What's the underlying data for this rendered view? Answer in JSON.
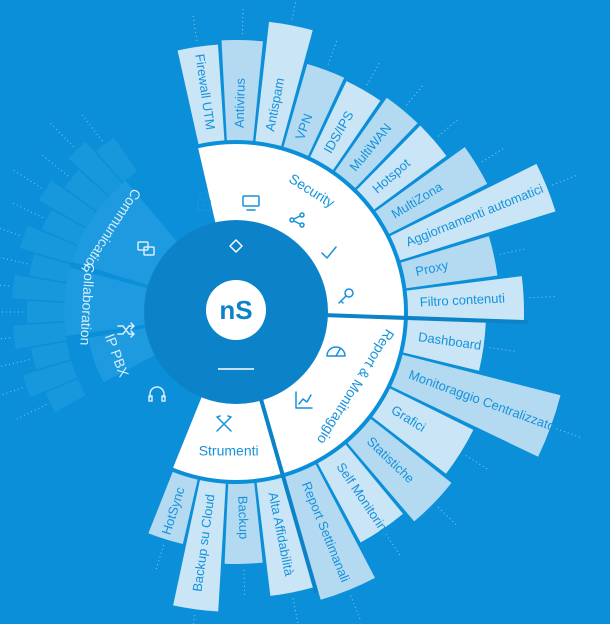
{
  "center": {
    "logo_text": "nS",
    "logo_icon": "nethserver-logo-icon"
  },
  "colors": {
    "background": "#0b8fd8",
    "hub": "#0c83c9",
    "inner_ring": "#ffffff",
    "primary_text": "#1692dc",
    "leaf_light": "#c9e5f6",
    "leaf_alt": "#b4daf2",
    "left_group_ring": "#1d9ae0",
    "left_group_leaf": "#2ea6e6",
    "left_group_text": "#d6eefb"
  },
  "groups": [
    {
      "id": "security",
      "label": "Security",
      "icons": [
        "lock-icon",
        "monitor-icon",
        "share-icon",
        "checkmark-icon",
        "key-icon",
        "diamond-icon"
      ],
      "items": [
        "Firewall UTM",
        "Antivirus",
        "Antispam",
        "VPN",
        "IDS/IPS",
        "MultiWAN",
        "Hotspot",
        "MultiZona",
        "Aggiornamenti automatici",
        "Proxy",
        "Filtro contenuti"
      ]
    },
    {
      "id": "report",
      "label": "Report & Monitraggio",
      "icons": [
        "gauge-icon",
        "line-chart-icon"
      ],
      "items": [
        "Dashboard",
        "Monitoraggio Centralizzato",
        "Grafici",
        "Statistiche",
        "Self Monitoring",
        "Report Settimanali"
      ]
    },
    {
      "id": "strumenti",
      "label": "Strumenti",
      "icons": [
        "tools-icon"
      ],
      "items": [
        "Alta Affidabilità",
        "Backup",
        "Backup su Cloud",
        "HotSync"
      ]
    },
    {
      "id": "ipbx",
      "label": "IP PBX",
      "icons": [
        "headset-icon"
      ],
      "items": []
    },
    {
      "id": "collaboration",
      "label": "Collaboration",
      "icons": [
        "shuffle-icon"
      ],
      "items": []
    },
    {
      "id": "communication",
      "label": "Communication",
      "icons": [
        "chat-icon"
      ],
      "items": []
    }
  ]
}
